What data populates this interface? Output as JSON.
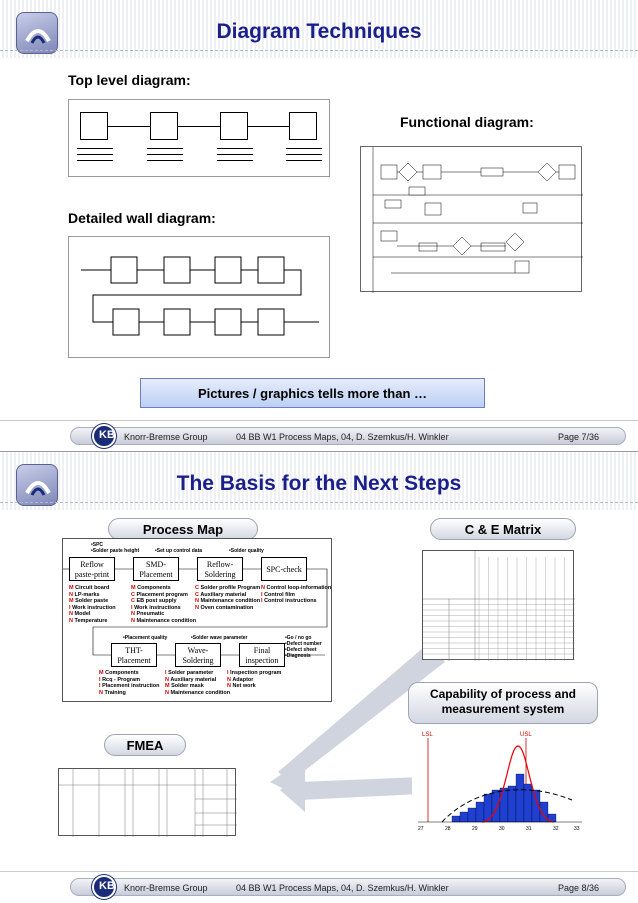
{
  "slide1": {
    "title": "Diagram Techniques",
    "top_level_label": "Top level diagram:",
    "functional_label": "Functional diagram:",
    "wall_label": "Detailed wall diagram:",
    "callout": "Pictures / graphics tells more than …",
    "footer": {
      "company": "Knorr-Bremse Group",
      "course": "04 BB W1 Process Maps, 04, D. Szemkus/H. Winkler",
      "page": "Page 7/36"
    }
  },
  "slide2": {
    "title": "The Basis for the Next Steps",
    "process_map_label": "Process Map",
    "ce_label": "C & E Matrix",
    "capability_label": "Capability of process and measurement system",
    "fmea_label": "FMEA",
    "process_map": {
      "top_notes": [
        "•SPC",
        "•Solder paste height",
        "•Set up control data",
        "•Solder quality"
      ],
      "steps_row1": [
        "Reflow paste-print",
        "SMD-Placement",
        "Reflow-Soldering",
        "SPC-check"
      ],
      "steps_row2": [
        "THT-Placement",
        "Wave-Soldering",
        "Final inspection"
      ],
      "mid_notes": [
        "•Placement quality",
        "•Solder wave parameter"
      ],
      "final_notes": [
        "•Go / no go",
        "•Defect number",
        "•Defect sheet",
        "•Diagnosis"
      ],
      "inputs1": [
        "Circuit board",
        "LP-marks",
        "Solder paste",
        "Work instruction",
        "Model",
        "Temperature"
      ],
      "inputs2": [
        "Components",
        "Placement program",
        "EB post supply",
        "Work instructions",
        "Pneumatic",
        "Maintenance condition"
      ],
      "inputs3": [
        "Solder profile Program",
        "Auxiliary material",
        "Maintenance condition",
        "Oven contamination"
      ],
      "inputs4": [
        "Control loop-information",
        "Control film",
        "Control instructions"
      ],
      "inputs5": [
        "Components",
        "Rcq - Program",
        "Placement instruction",
        "Training"
      ],
      "inputs6": [
        "Solder parameter",
        "Auxiliary material",
        "Solder mask",
        "Maintenance condition"
      ],
      "inputs7": [
        "Inspection program",
        "Adaptor",
        "Net work"
      ]
    },
    "capability": {
      "lsl": "LSL",
      "usl": "USL",
      "axis": [
        "27",
        "28",
        "29",
        "30",
        "31",
        "32",
        "33"
      ]
    },
    "footer": {
      "company": "Knorr-Bremse Group",
      "course": "04 BB W1 Process Maps, 04, D. Szemkus/H. Winkler",
      "page": "Page 8/36"
    }
  }
}
